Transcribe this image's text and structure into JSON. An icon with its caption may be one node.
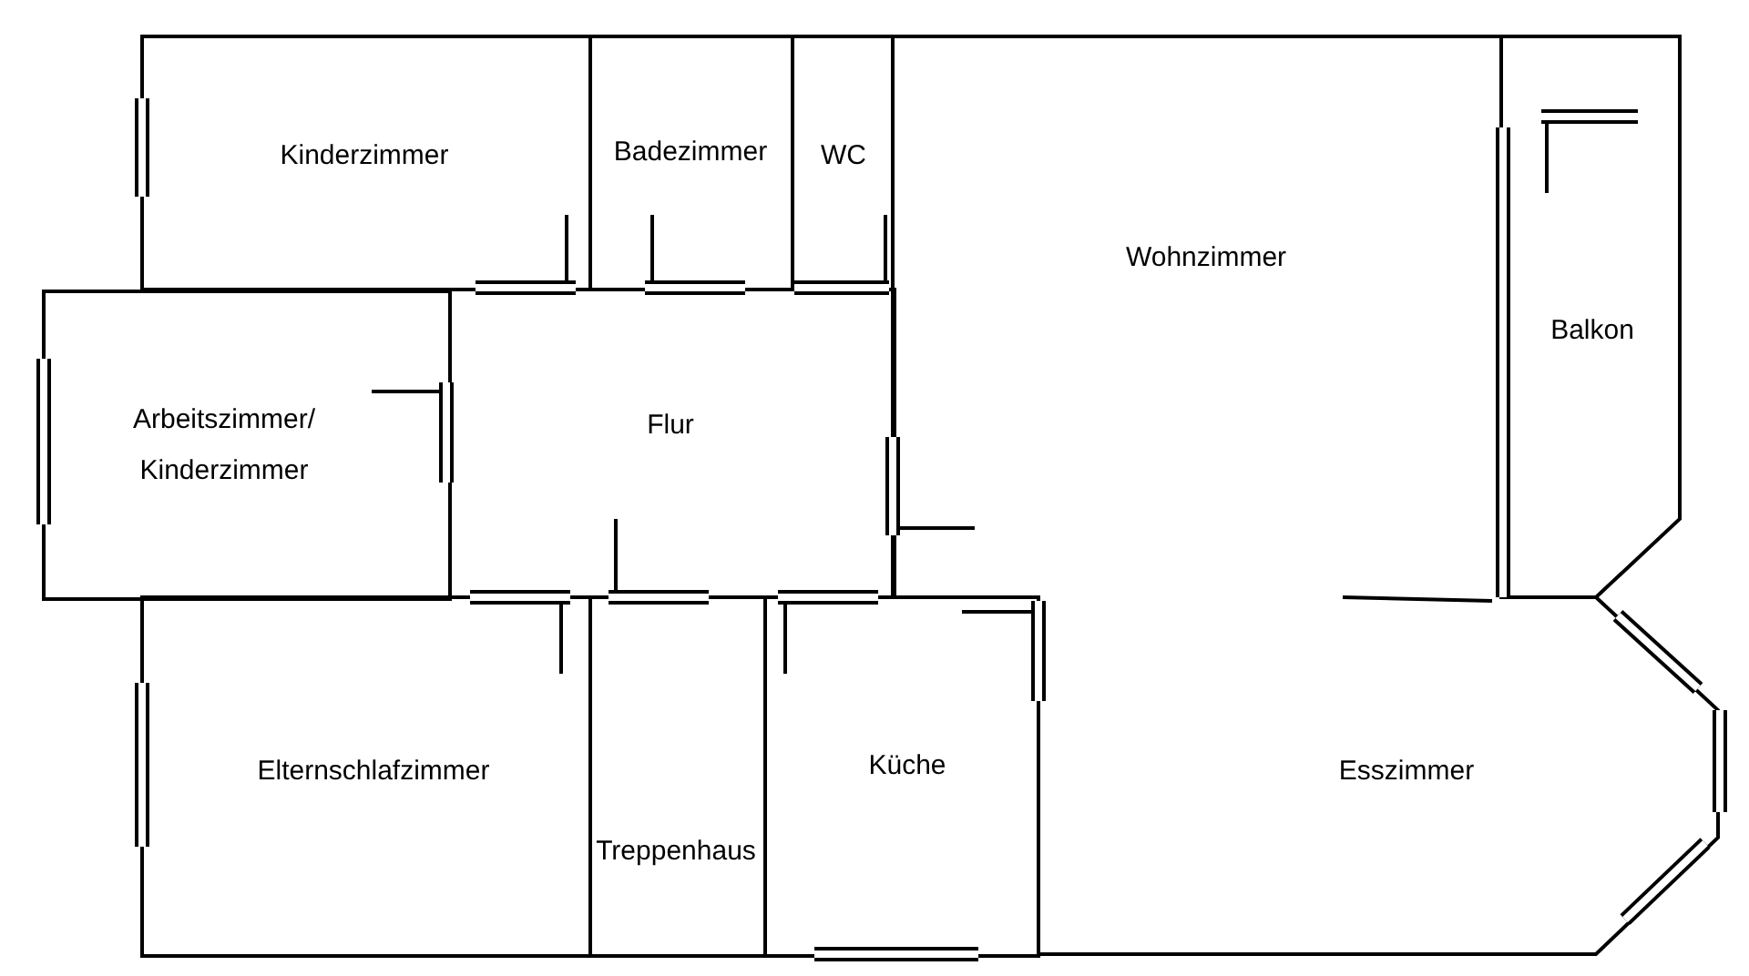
{
  "diagram": {
    "nodes": [
      {
        "text": [
          "Kinderzimmer"
        ]
      },
      {
        "text": [
          "Badezimmer"
        ]
      },
      {
        "text": [
          "WC"
        ]
      },
      {
        "text": [
          "Wohnzimmer",
          "Esszimmer"
        ]
      },
      {
        "text": [
          "Balkon"
        ]
      },
      {
        "text": [
          "Arbeitszimmer/ Kinderzimmer"
        ]
      },
      {
        "text": [
          "Flur"
        ]
      },
      {
        "text": [
          "Elternschlafzimmer"
        ]
      },
      {
        "text": [
          "Treppenhaus"
        ]
      },
      {
        "text": [
          "Küche"
        ]
      }
    ]
  }
}
